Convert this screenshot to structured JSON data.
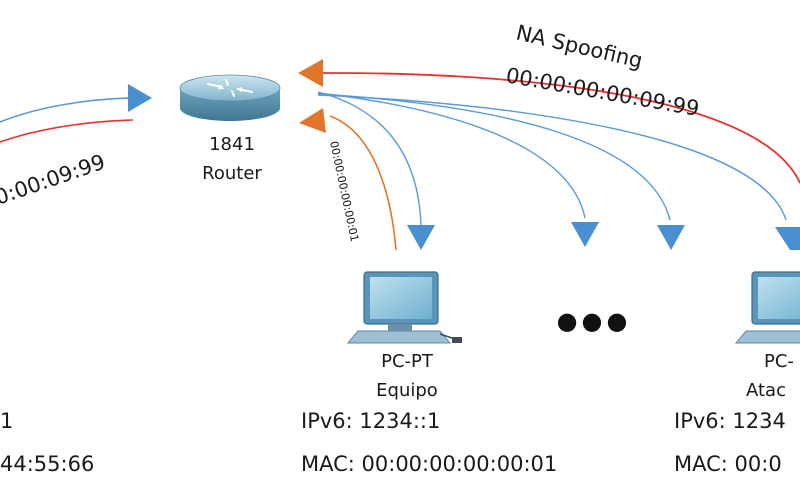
{
  "annotations": {
    "na_spoofing_title": "NA Spoofing",
    "na_spoofing_mac": "00:00:00:00:09:99",
    "left_mac_fragment": "0:00:09:99",
    "victim_reply_mac": "00:00:00:00:00:01"
  },
  "router": {
    "model": "1841",
    "name": "Router"
  },
  "victim": {
    "type": "PC-PT",
    "name": "Equipo",
    "ipv6": "IPv6: 1234::1",
    "mac": "MAC: 00:00:00:00:00:01"
  },
  "attacker": {
    "type": "PC-",
    "name": "Atac",
    "ipv6": "IPv6: 1234",
    "mac": "MAC: 00:0"
  },
  "left_host": {
    "ipv6_fragment": "1",
    "mac_fragment": "44:55:66"
  },
  "ellipsis": "●●●",
  "colors": {
    "blue_line": "#5b9bd5",
    "blue_arrow": "#4a8fd0",
    "red_line": "#e8322f",
    "orange": "#e0762a"
  }
}
